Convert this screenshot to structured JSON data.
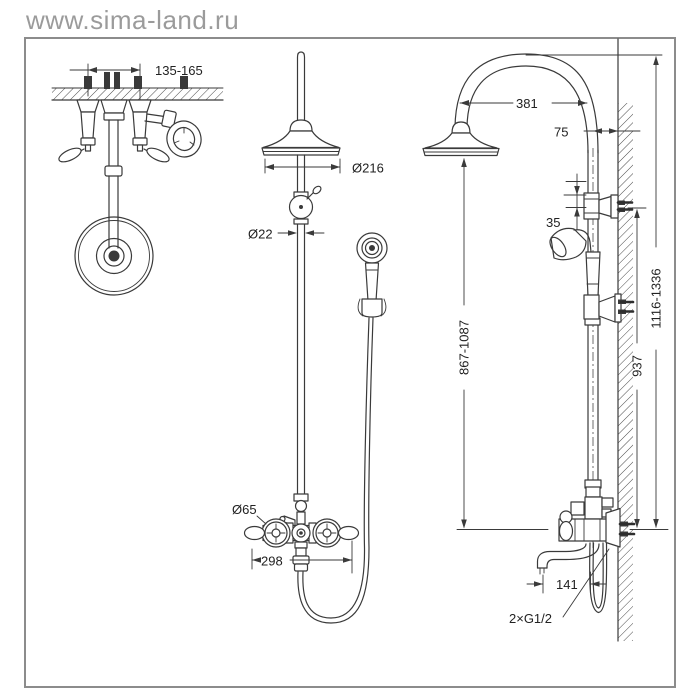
{
  "watermark": "www.sima-land.ru",
  "drawing": {
    "subject": "shower-column-with-mixer-technical-dimensions",
    "colors": {
      "line": "#3a3a3a",
      "frame": "#8c8c8c",
      "watermark": "#9b9b9b",
      "background": "#ffffff"
    },
    "views": {
      "plan": {
        "mount_spacing": "135-165"
      },
      "front": {
        "head_diameter": "Ø216",
        "pipe_diameter": "Ø22",
        "handle_diameter": "Ø65",
        "body_width": "298"
      },
      "side": {
        "arm_reach": "381",
        "wall_offset": "75",
        "bracket_offset": "35",
        "head_height_range": "867-1087",
        "bracket_height": "937",
        "total_height_range": "1116-1336",
        "spout_reach": "141",
        "connection_thread": "2×G1/2"
      }
    }
  }
}
